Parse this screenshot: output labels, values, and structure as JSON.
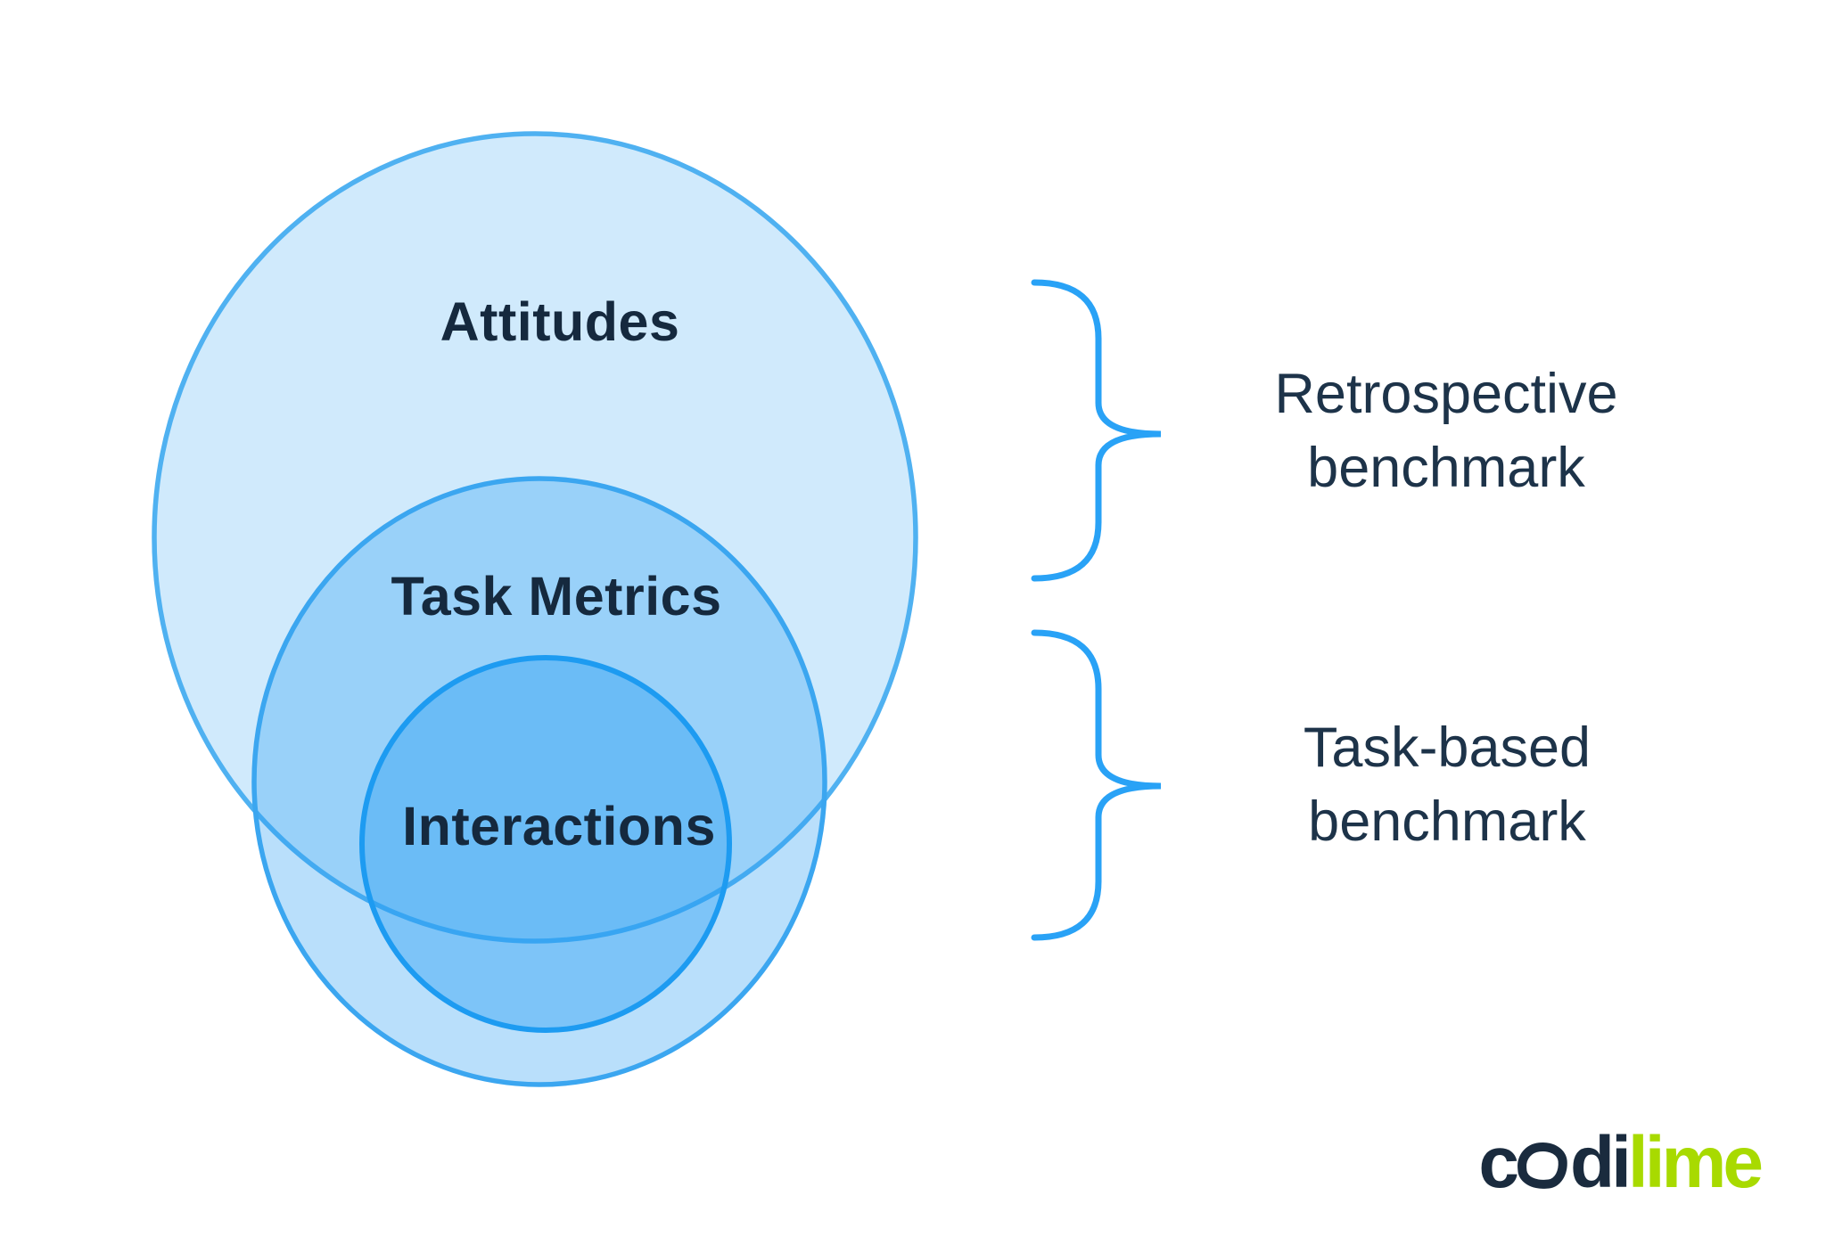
{
  "background": "#ffffff",
  "venn": {
    "label_color": "#15293e",
    "circles": [
      {
        "label": "Attitudes",
        "fill": "rgba(43,159,242,0.22)",
        "stroke": "#4fb1f1"
      },
      {
        "label": "Task Metrics",
        "fill": "rgba(43,159,242,0.33)",
        "stroke": "#3ba6f0"
      },
      {
        "label": "Interactions",
        "fill": "rgba(43,159,242,0.42)",
        "stroke": "#1d9bf1"
      }
    ]
  },
  "annotations": {
    "brace_color": "#29a2f6",
    "text_color": "#1d3349",
    "items": [
      {
        "line1": "Retrospective",
        "line2": "benchmark"
      },
      {
        "line1": "Task-based",
        "line2": "benchmark"
      }
    ]
  },
  "logo": {
    "prefix": "c",
    "middle": "di",
    "accent": "lime",
    "navy_color": "#1a2b3e",
    "lime_color": "#a8da00"
  }
}
